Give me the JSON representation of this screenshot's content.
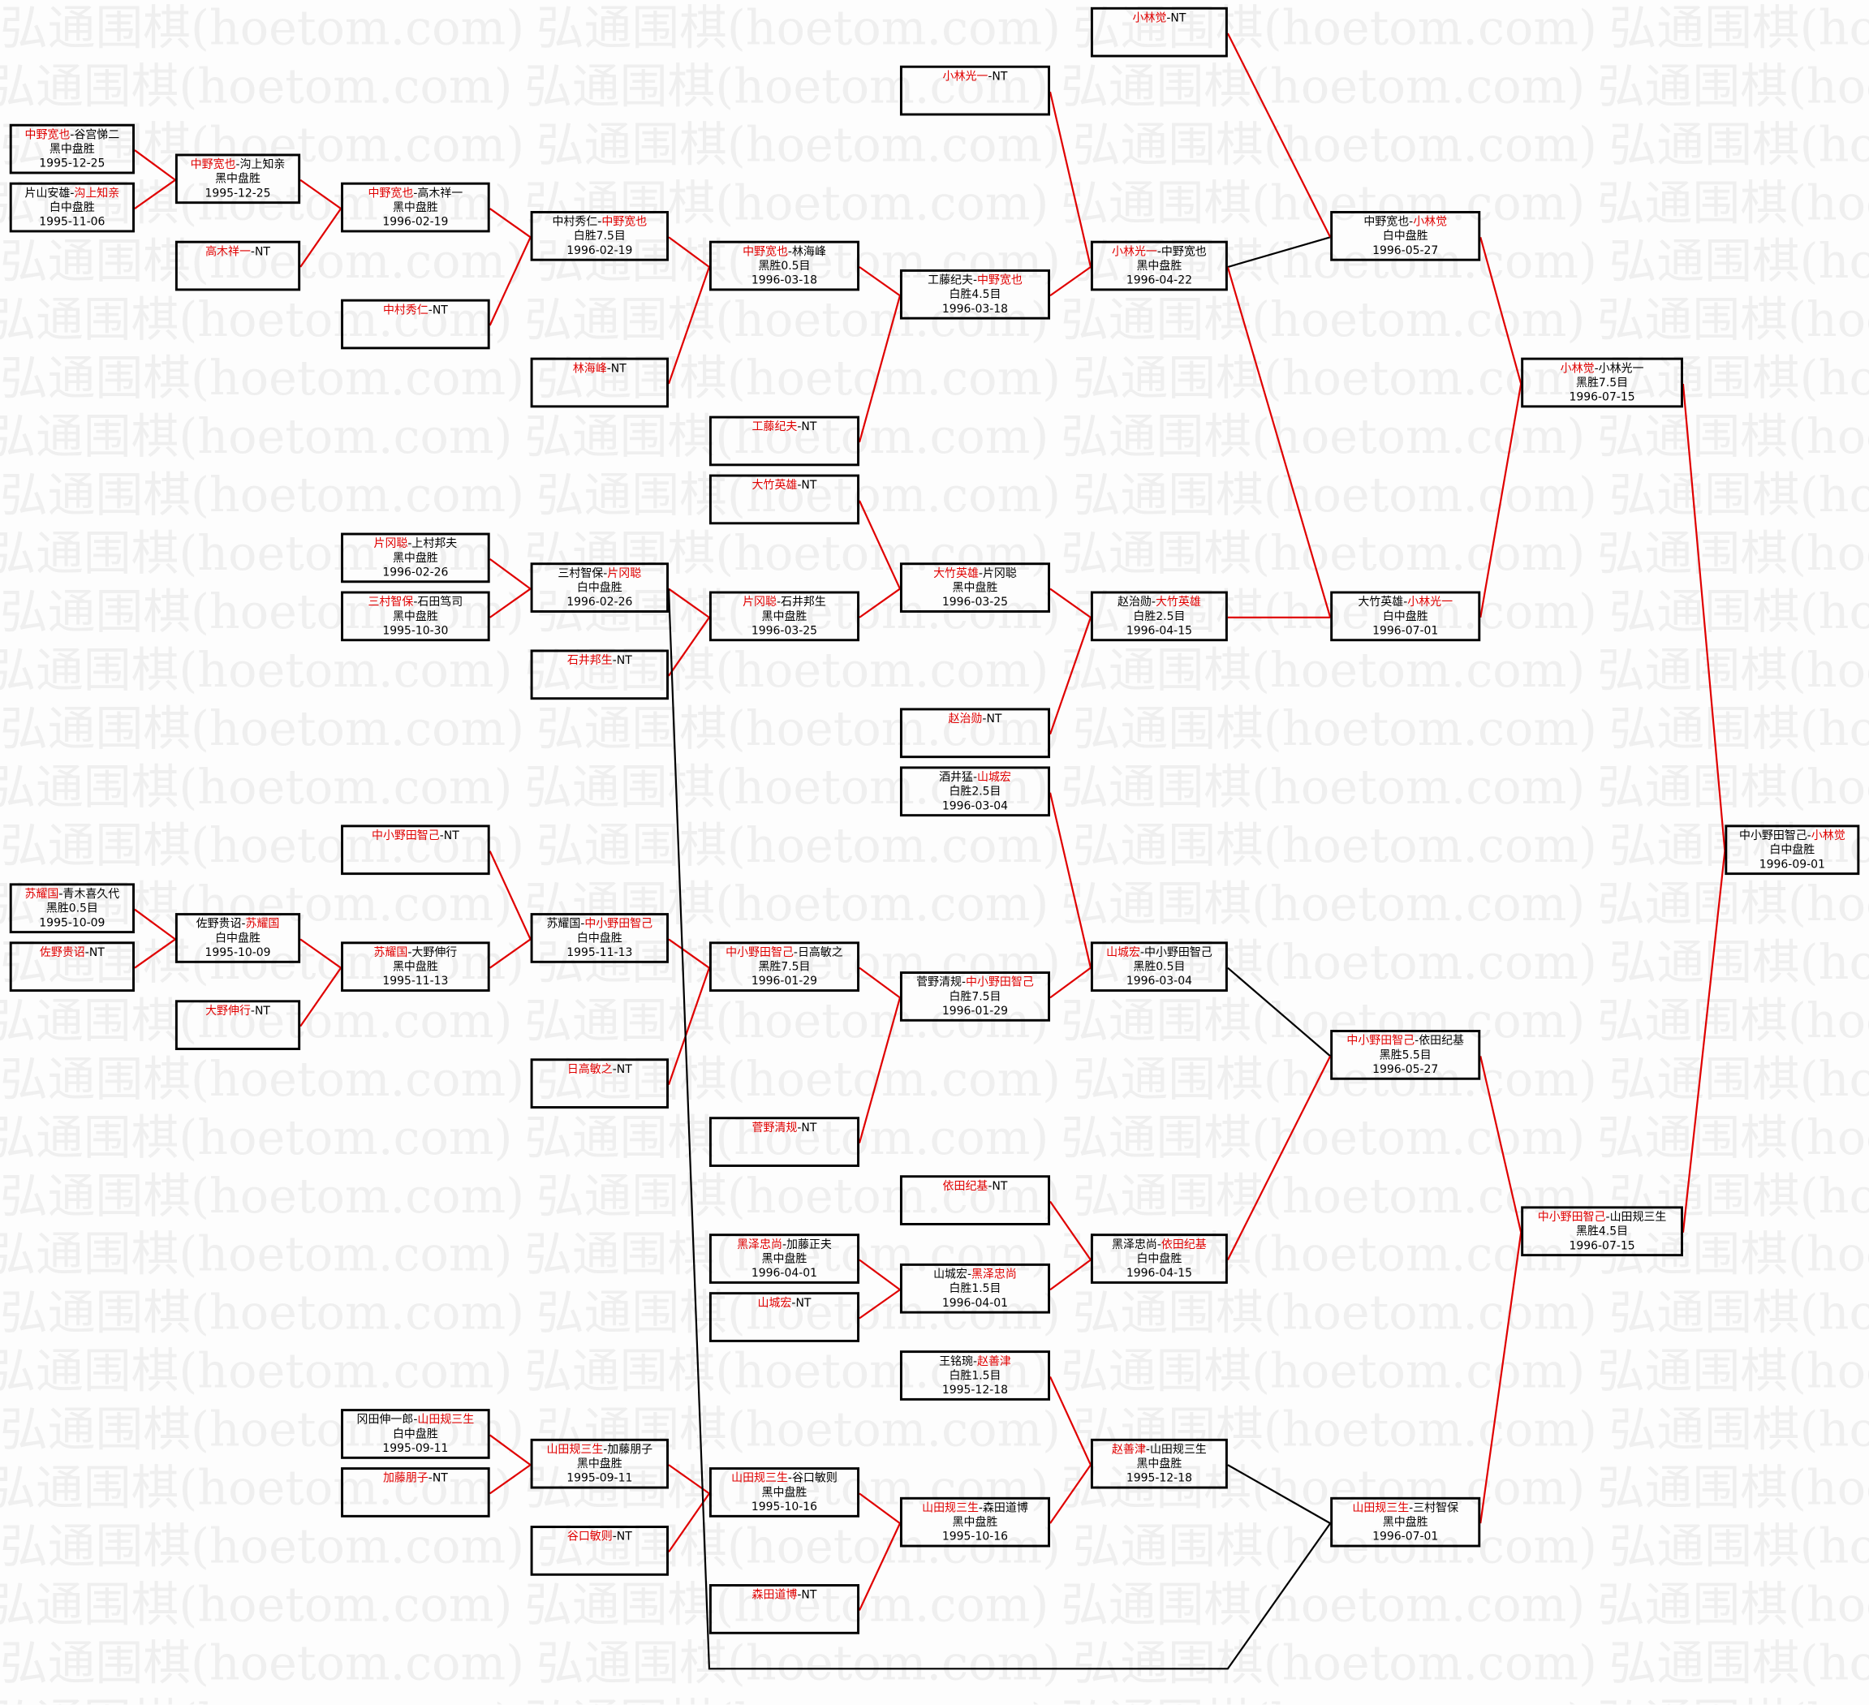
{
  "watermark": "弘通围棋(hoetom.com)",
  "nt_label": "NT",
  "colors": {
    "winner": "#e00000",
    "line_winner": "#e00000",
    "line_other": "#000000"
  },
  "matches": [
    {
      "p1": "中野宽也",
      "p2": "谷宫悌二",
      "w": 1,
      "result": "黑中盘胜",
      "date": "1995-12-25"
    },
    {
      "p1": "片山安雄",
      "p2": "沟上知亲",
      "w": 2,
      "result": "白中盘胜",
      "date": "1995-11-06"
    },
    {
      "p1": "中野宽也",
      "p2": "沟上知亲",
      "w": 1,
      "result": "黑中盘胜",
      "date": "1995-12-25"
    },
    {
      "p1": "高木祥一",
      "p2": "NT",
      "w": 1
    },
    {
      "p1": "中野宽也",
      "p2": "高木祥一",
      "w": 1,
      "result": "黑中盘胜",
      "date": "1996-02-19"
    },
    {
      "p1": "中村秀仁",
      "p2": "NT",
      "w": 1
    },
    {
      "p1": "中村秀仁",
      "p2": "中野宽也",
      "w": 2,
      "result": "白胜7.5目",
      "date": "1996-02-19"
    },
    {
      "p1": "林海峰",
      "p2": "NT",
      "w": 1
    },
    {
      "p1": "中野宽也",
      "p2": "林海峰",
      "w": 1,
      "result": "黑胜0.5目",
      "date": "1996-03-18"
    },
    {
      "p1": "工藤纪夫",
      "p2": "NT",
      "w": 1
    },
    {
      "p1": "工藤纪夫",
      "p2": "中野宽也",
      "w": 2,
      "result": "白胜4.5目",
      "date": "1996-03-18"
    },
    {
      "p1": "小林光一",
      "p2": "NT",
      "w": 1
    },
    {
      "p1": "小林光一",
      "p2": "中野宽也",
      "w": 1,
      "result": "黑中盘胜",
      "date": "1996-04-22"
    },
    {
      "p1": "小林觉",
      "p2": "NT",
      "w": 1
    },
    {
      "p1": "中野宽也",
      "p2": "小林觉",
      "w": 2,
      "result": "白中盘胜",
      "date": "1996-05-27"
    },
    {
      "p1": "小林觉",
      "p2": "小林光一",
      "w": 1,
      "result": "黑胜7.5目",
      "date": "1996-07-15"
    },
    {
      "p1": "中小野田智己",
      "p2": "小林觉",
      "w": 2,
      "result": "白中盘胜",
      "date": "1996-09-01"
    },
    {
      "p1": "大竹英雄",
      "p2": "NT",
      "w": 1
    },
    {
      "p1": "片冈聪",
      "p2": "上村邦夫",
      "w": 1,
      "result": "黑中盘胜",
      "date": "1996-02-26"
    },
    {
      "p1": "三村智保",
      "p2": "石田笃司",
      "w": 1,
      "result": "黑中盘胜",
      "date": "1995-10-30"
    },
    {
      "p1": "三村智保",
      "p2": "片冈聪",
      "w": 2,
      "result": "白中盘胜",
      "date": "1996-02-26"
    },
    {
      "p1": "石井邦生",
      "p2": "NT",
      "w": 1
    },
    {
      "p1": "片冈聪",
      "p2": "石井邦生",
      "w": 1,
      "result": "黑中盘胜",
      "date": "1996-03-25"
    },
    {
      "p1": "大竹英雄",
      "p2": "片冈聪",
      "w": 1,
      "result": "黑中盘胜",
      "date": "1996-03-25"
    },
    {
      "p1": "赵治勋",
      "p2": "NT",
      "w": 1
    },
    {
      "p1": "赵治勋",
      "p2": "大竹英雄",
      "w": 2,
      "result": "白胜2.5目",
      "date": "1996-04-15"
    },
    {
      "p1": "大竹英雄",
      "p2": "小林光一",
      "w": 2,
      "result": "白中盘胜",
      "date": "1996-07-01"
    },
    {
      "p1": "酒井猛",
      "p2": "山城宏",
      "w": 2,
      "result": "白胜2.5目",
      "date": "1996-03-04"
    },
    {
      "p1": "山城宏",
      "p2": "中小野田智己",
      "w": 1,
      "result": "黑胜0.5目",
      "date": "1996-03-04"
    },
    {
      "p1": "中小野田智己",
      "p2": "NT",
      "w": 1
    },
    {
      "p1": "苏耀国",
      "p2": "青木喜久代",
      "w": 1,
      "result": "黑胜0.5目",
      "date": "1995-10-09"
    },
    {
      "p1": "佐野贵诏",
      "p2": "NT",
      "w": 1
    },
    {
      "p1": "佐野贵诏",
      "p2": "苏耀国",
      "w": 2,
      "result": "白中盘胜",
      "date": "1995-10-09"
    },
    {
      "p1": "大野伸行",
      "p2": "NT",
      "w": 1
    },
    {
      "p1": "苏耀国",
      "p2": "大野伸行",
      "w": 1,
      "result": "黑中盘胜",
      "date": "1995-11-13"
    },
    {
      "p1": "苏耀国",
      "p2": "中小野田智己",
      "w": 2,
      "result": "白中盘胜",
      "date": "1995-11-13"
    },
    {
      "p1": "日高敏之",
      "p2": "NT",
      "w": 1
    },
    {
      "p1": "中小野田智己",
      "p2": "日高敏之",
      "w": 1,
      "result": "黑胜7.5目",
      "date": "1996-01-29"
    },
    {
      "p1": "菅野清规",
      "p2": "NT",
      "w": 1
    },
    {
      "p1": "菅野清规",
      "p2": "中小野田智己",
      "w": 2,
      "result": "白胜7.5目",
      "date": "1996-01-29"
    },
    {
      "p1": "中小野田智己",
      "p2": "依田纪基",
      "w": 1,
      "result": "黑胜5.5目",
      "date": "1996-05-27"
    },
    {
      "p1": "中小野田智己",
      "p2": "山田规三生",
      "w": 1,
      "result": "黑胜4.5目",
      "date": "1996-07-15"
    },
    {
      "p1": "依田纪基",
      "p2": "NT",
      "w": 1
    },
    {
      "p1": "黑泽忠尚",
      "p2": "加藤正夫",
      "w": 1,
      "result": "黑中盘胜",
      "date": "1996-04-01"
    },
    {
      "p1": "山城宏",
      "p2": "NT",
      "w": 1
    },
    {
      "p1": "山城宏",
      "p2": "黑泽忠尚",
      "w": 2,
      "result": "白胜1.5目",
      "date": "1996-04-01"
    },
    {
      "p1": "黑泽忠尚",
      "p2": "依田纪基",
      "w": 2,
      "result": "白中盘胜",
      "date": "1996-04-15"
    },
    {
      "p1": "王铭琬",
      "p2": "赵善津",
      "w": 2,
      "result": "白胜1.5目",
      "date": "1995-12-18"
    },
    {
      "p1": "赵善津",
      "p2": "山田规三生",
      "w": 1,
      "result": "黑中盘胜",
      "date": "1995-12-18"
    },
    {
      "p1": "冈田伸一郎",
      "p2": "山田规三生",
      "w": 2,
      "result": "白中盘胜",
      "date": "1995-09-11"
    },
    {
      "p1": "加藤朋子",
      "p2": "NT",
      "w": 1
    },
    {
      "p1": "山田规三生",
      "p2": "加藤朋子",
      "w": 1,
      "result": "黑中盘胜",
      "date": "1995-09-11"
    },
    {
      "p1": "谷口敏则",
      "p2": "NT",
      "w": 1
    },
    {
      "p1": "山田规三生",
      "p2": "谷口敏则",
      "w": 1,
      "result": "黑中盘胜",
      "date": "1995-10-16"
    },
    {
      "p1": "森田道博",
      "p2": "NT",
      "w": 1
    },
    {
      "p1": "山田规三生",
      "p2": "森田道博",
      "w": 1,
      "result": "黑中盘胜",
      "date": "1995-10-16"
    },
    {
      "p1": "山田规三生",
      "p2": "三村智保",
      "w": 1,
      "result": "黑中盘胜",
      "date": "1996-07-01"
    }
  ]
}
